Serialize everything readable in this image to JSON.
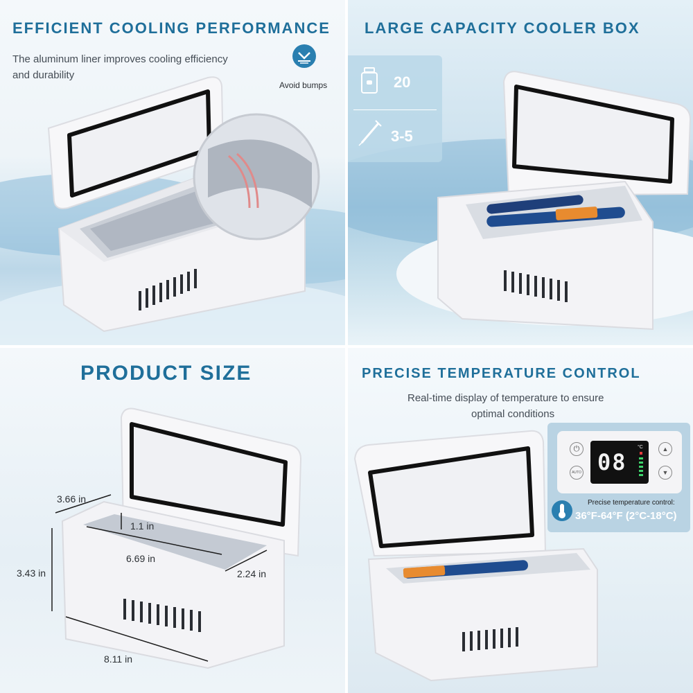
{
  "panels": {
    "cooling": {
      "title": "EFFICIENT COOLING PERFORMANCE",
      "subtitle_line1": "The aluminum liner improves cooling efficiency",
      "subtitle_line2": "and durability",
      "badge_label": "Avoid bumps"
    },
    "capacity": {
      "title": "LARGE CAPACITY COOLER BOX",
      "vial_count": "20",
      "pen_count": "3-5"
    },
    "size": {
      "title": "PRODUCT SIZE",
      "dims": {
        "depth": "3.66 in",
        "inner_gap": "1.1 in",
        "inner_length": "6.69 in",
        "inner_width": "2.24 in",
        "height": "3.43 in",
        "length": "8.11 in"
      }
    },
    "temperature": {
      "title": "PRECISE TEMPERATURE CONTROL",
      "subtitle_line1": "Real-time display of temperature to ensure",
      "subtitle_line2": "optimal conditions",
      "display_value": "08",
      "auto_label": "AUTO",
      "unit_label": "°C",
      "control_label": "Precise temperature control:",
      "range": "36°F-64°F (2°C-18°C)"
    }
  },
  "colors": {
    "title": "#1f6f9a",
    "accent": "#2a8fc0",
    "display_red": "#e63b3b"
  }
}
